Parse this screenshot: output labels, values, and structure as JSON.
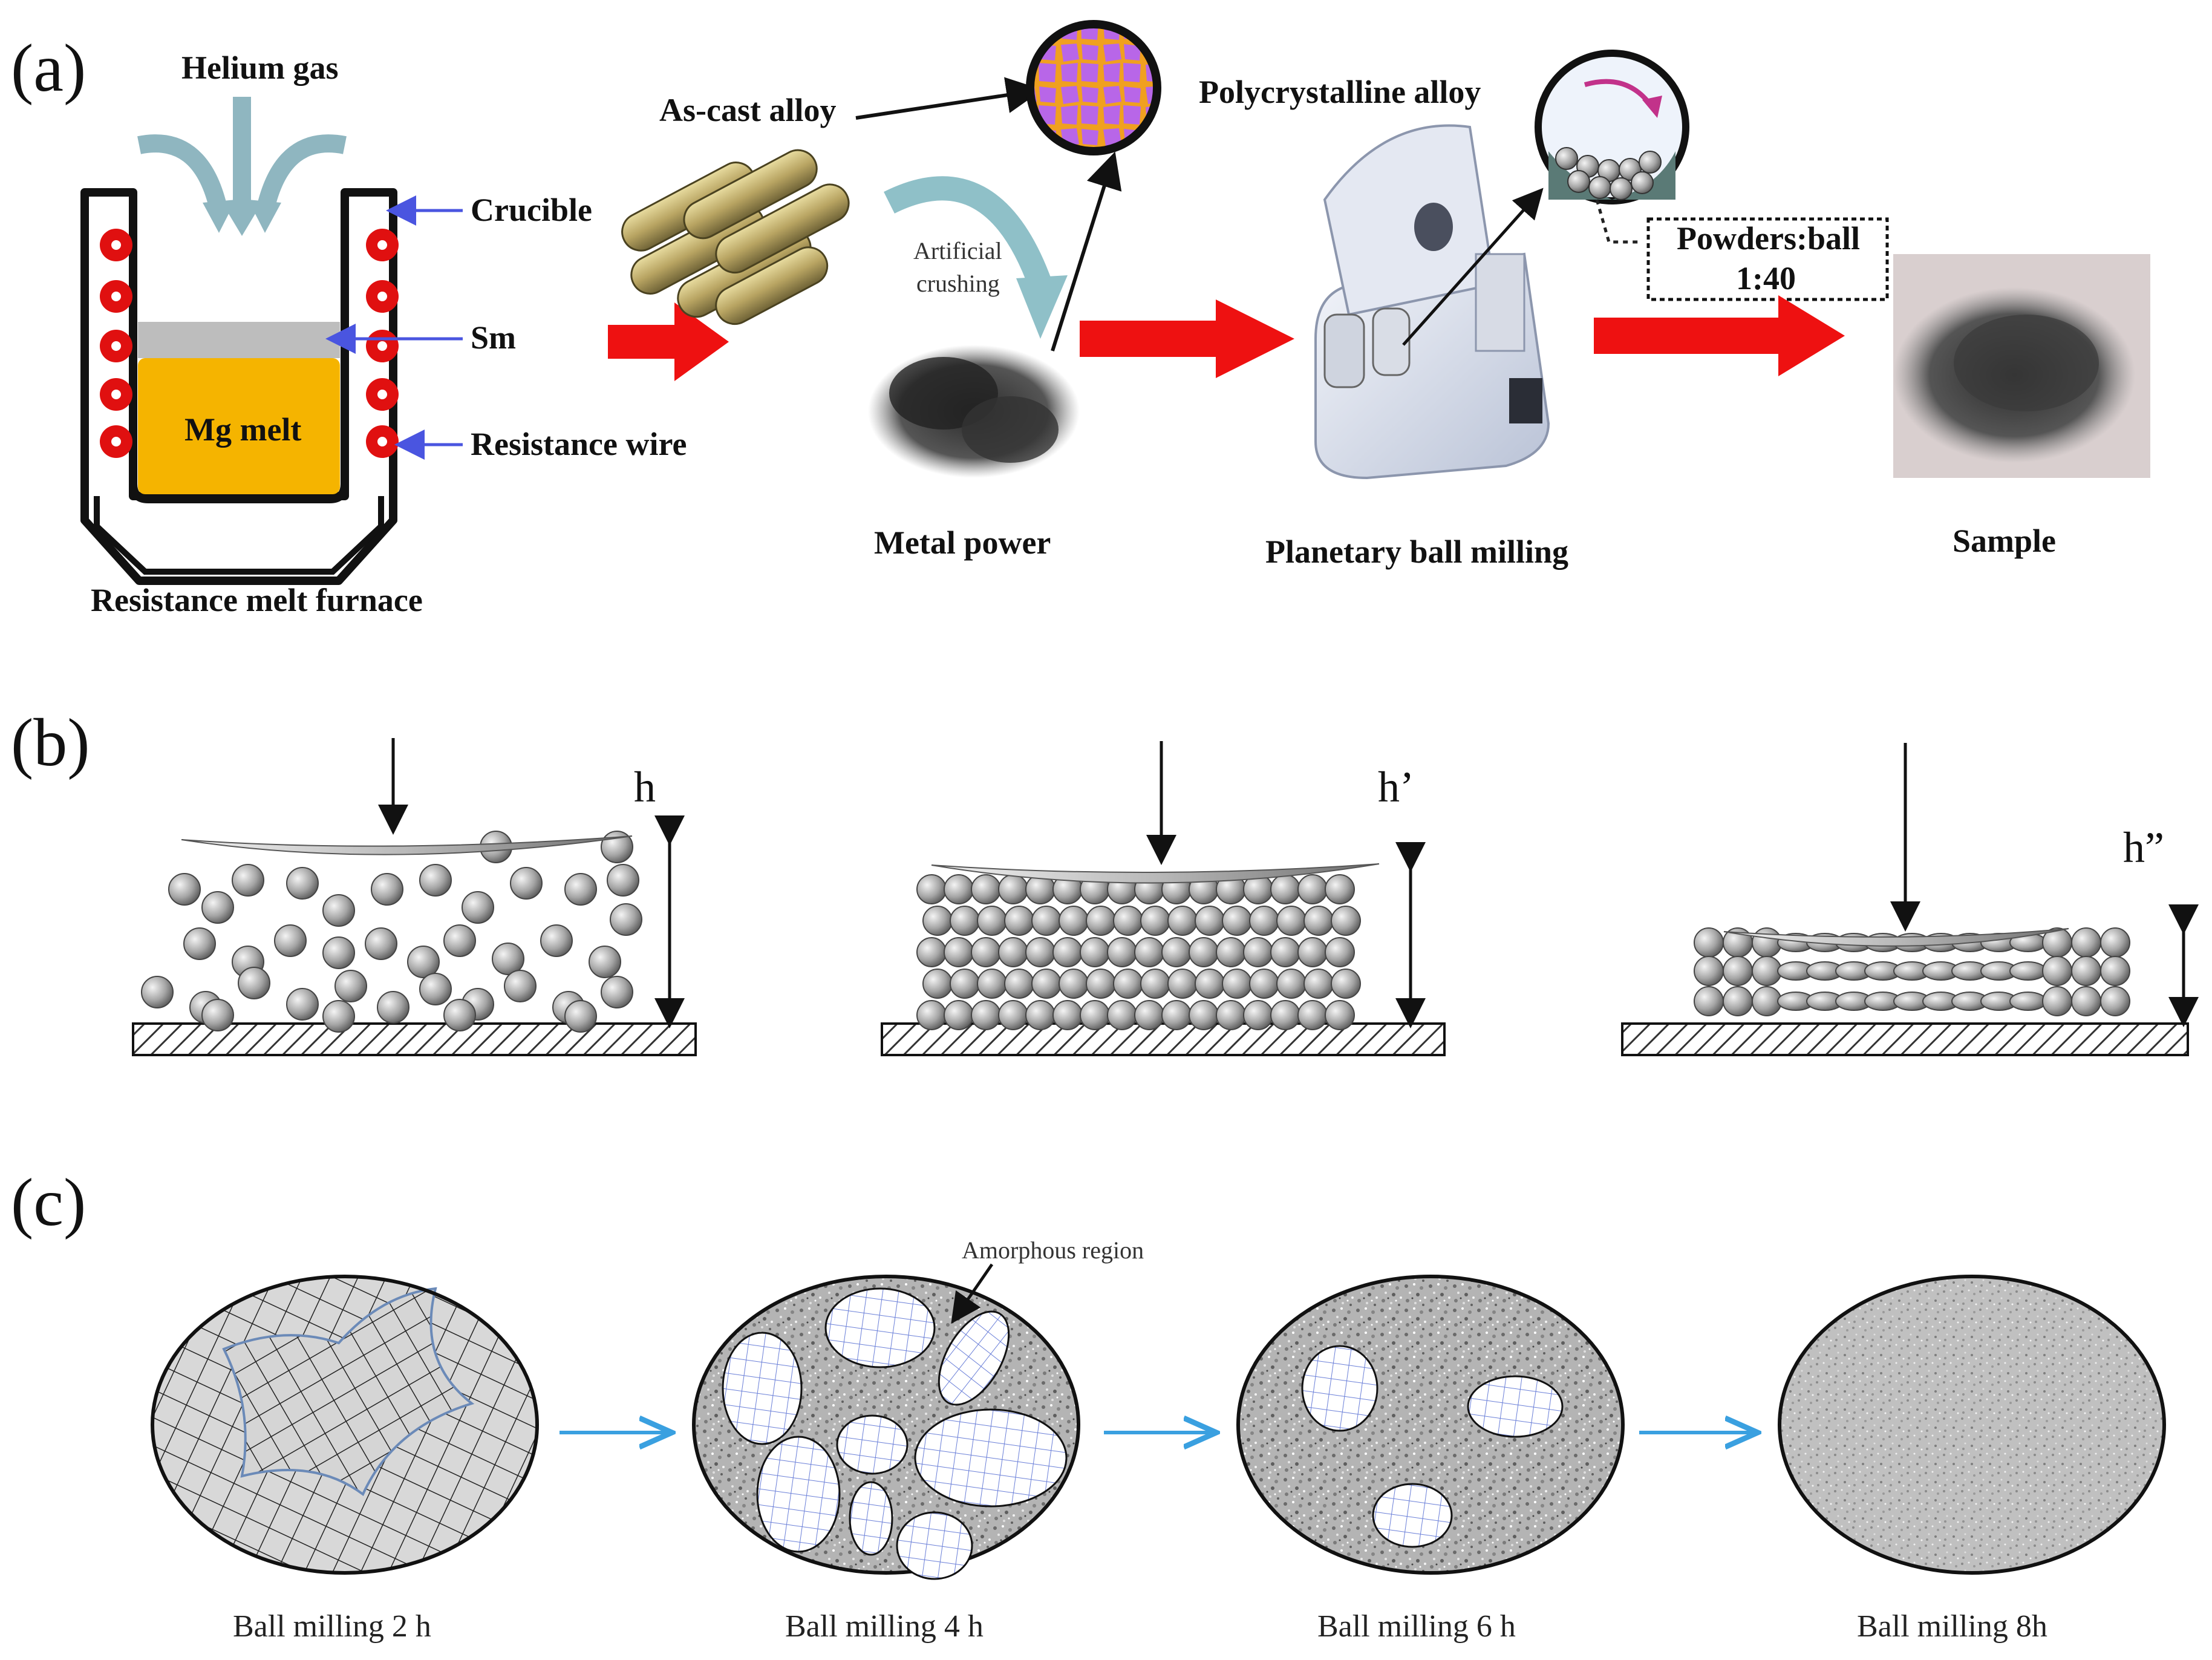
{
  "panels": {
    "a": "(a)",
    "b": "(b)",
    "c": "(c)"
  },
  "panel_a": {
    "helium_gas": "Helium gas",
    "crucible": "Crucible",
    "sm": "Sm",
    "mg_melt": "Mg melt",
    "resistance_wire": "Resistance wire",
    "furnace": "Resistance melt furnace",
    "as_cast_alloy": "As-cast alloy",
    "polycrystalline_alloy": "Polycrystalline alloy",
    "artificial": "Artificial",
    "crushing": "crushing",
    "metal_power": "Metal power",
    "planetary_ball_milling": "Planetary ball milling",
    "powders_ball": "Powders:ball",
    "ratio": "1:40",
    "sample": "Sample"
  },
  "panel_b": {
    "h1": "h",
    "h2": "h’",
    "h3": "h”"
  },
  "panel_c": {
    "amorphous_region": "Amorphous region",
    "stage1": "Ball milling 2 h",
    "stage2": "Ball milling 4 h",
    "stage3": "Ball milling 6 h",
    "stage4": "Ball milling  8h"
  },
  "colors": {
    "arrow_red": "#ee1111",
    "melt": "#f5b400",
    "wire": "#e01010",
    "grain": "#b866e8",
    "grain_boundary": "#f0a020",
    "pointer_blue": "#4a55e0",
    "process_arrow": "#3aa0e0"
  }
}
